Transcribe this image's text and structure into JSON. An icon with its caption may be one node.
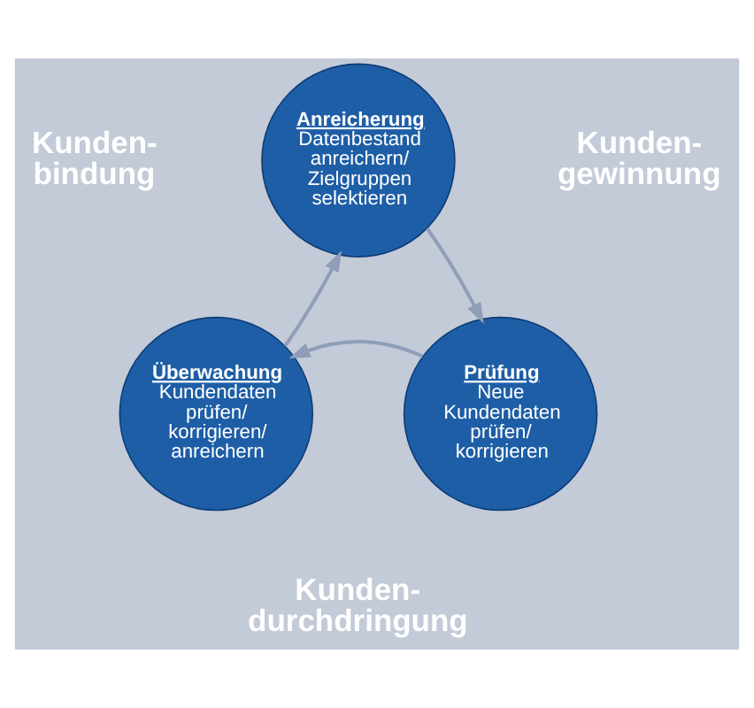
{
  "diagram": {
    "nodes": [
      {
        "text": [
          "Anreicherung",
          "Datenbestand anreichern/ Zielgruppen selektieren"
        ]
      },
      {
        "text": [
          "Prüfung",
          "Neue Kundendaten prüfen/ korrigieren"
        ]
      },
      {
        "text": [
          "Überwachung",
          "Kundendaten prüfen/ korrigieren/ anreichern"
        ]
      }
    ],
    "edges": [
      {
        "from": 0,
        "to": 1,
        "arrow": "to"
      },
      {
        "from": 1,
        "to": 2,
        "arrow": "to"
      },
      {
        "from": 2,
        "to": 0,
        "arrow": "to"
      }
    ],
    "labels": [
      "Kunden- bindung",
      "Kunden- gewinnung",
      "Kunden- durchdringung"
    ]
  }
}
